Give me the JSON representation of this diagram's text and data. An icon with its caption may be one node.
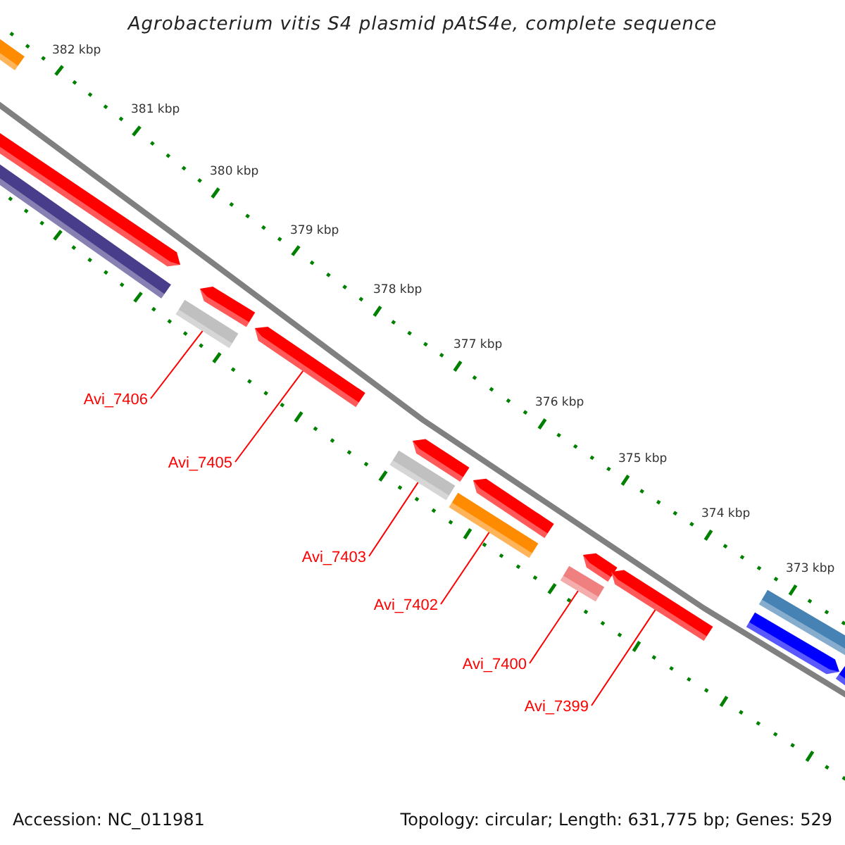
{
  "diagram": {
    "title": "Agrobacterium vitis S4 plasmid pAtS4e, complete sequence",
    "nodes": [
      {
        "text": [],
        "shape": "bar"
      },
      {
        "text": [],
        "shape": "bar"
      },
      {
        "text": [],
        "shape": "bar"
      },
      {
        "text": [],
        "shape": "bar"
      },
      {
        "text": [],
        "shape": "bar"
      },
      {
        "text": [],
        "shape": "bar"
      },
      {
        "text": [
          "Avi_7406"
        ]
      },
      {
        "text": [
          "Avi_7405"
        ]
      },
      {
        "text": [
          "Avi_7403"
        ]
      },
      {
        "text": [
          "Avi_7402"
        ]
      },
      {
        "text": [
          "Avi_7400"
        ]
      },
      {
        "text": [
          "Avi_7399"
        ]
      }
    ],
    "edges": [
      {
        "from": 6,
        "to": 0,
        "arrow": "none"
      },
      {
        "from": 7,
        "to": 1,
        "arrow": "none"
      },
      {
        "from": 8,
        "to": 2,
        "arrow": "none"
      },
      {
        "from": 9,
        "to": 3,
        "arrow": "none"
      },
      {
        "from": 10,
        "to": 4,
        "arrow": "none"
      },
      {
        "from": 11,
        "to": 5,
        "arrow": "none"
      }
    ],
    "labels": [
      "382 kbp",
      "381 kbp",
      "380 kbp",
      "379 kbp",
      "378 kbp",
      "377 kbp",
      "376 kbp",
      "375 kbp",
      "374 kbp",
      "373 kbp",
      "Accession: NC_011981",
      "Topology: circular; Length: 631,775 bp; Genes: 529"
    ]
  }
}
